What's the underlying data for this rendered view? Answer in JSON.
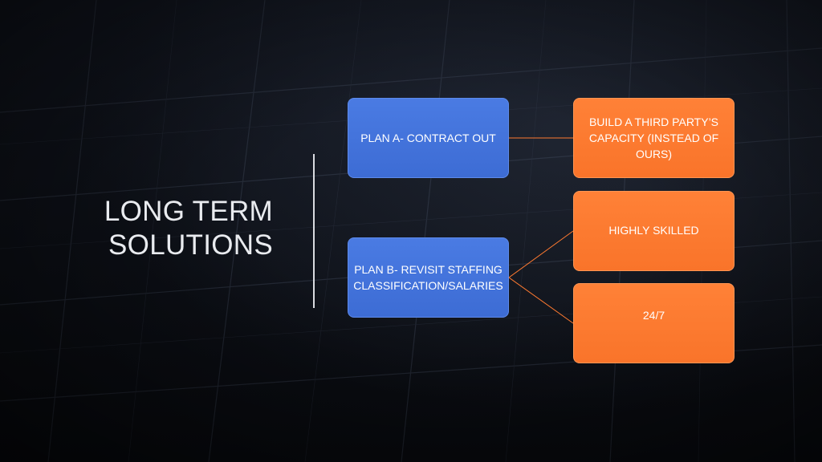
{
  "slide": {
    "title_line1": "LONG TERM",
    "title_line2": "SOLUTIONS"
  },
  "diagram": {
    "plan_a": "PLAN A- CONTRACT OUT",
    "plan_b_line1": "PLAN B- REVISIT STAFFING",
    "plan_b_line2": "CLASSIFICATION/SALARIES",
    "outcome_a_line1": "BUILD A THIRD PARTY’S",
    "outcome_a_line2": "CAPACITY (INSTEAD OF",
    "outcome_a_line3": "OURS)",
    "outcome_b1": "HIGHLY SKILLED",
    "outcome_b2": "24/7"
  },
  "colors": {
    "blue_box": "#4a7be3",
    "orange_box": "#ff8137",
    "connector": "#ff7a30",
    "title_text": "#e9ebef"
  }
}
